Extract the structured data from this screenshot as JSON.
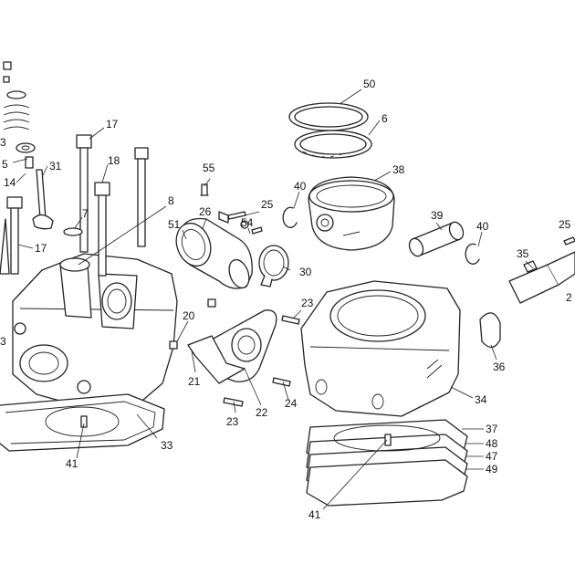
{
  "callouts": {
    "c50": "50",
    "c6": "6",
    "c38": "38",
    "c40a": "40",
    "c40b": "40",
    "c39": "39",
    "c17a": "17",
    "c17b": "17",
    "c18": "18",
    "c31": "31",
    "c5": "5",
    "c14": "14",
    "c7": "7",
    "c8": "8",
    "c55": "55",
    "c26": "26",
    "c25a": "25",
    "c25b": "25",
    "c54": "54",
    "c51": "51",
    "c30": "30",
    "c20": "20",
    "c21": "21",
    "c22": "22",
    "c23a": "23",
    "c23b": "23",
    "c24": "24",
    "c33": "33",
    "c41a": "41",
    "c41b": "41",
    "c34": "34",
    "c35": "35",
    "c36": "36",
    "c37": "37",
    "c48": "48",
    "c47": "47",
    "c49": "49",
    "c3a": "3",
    "c3b": "3",
    "c2": "2"
  },
  "colors": {
    "line": "#222222",
    "background": "#ffffff"
  }
}
